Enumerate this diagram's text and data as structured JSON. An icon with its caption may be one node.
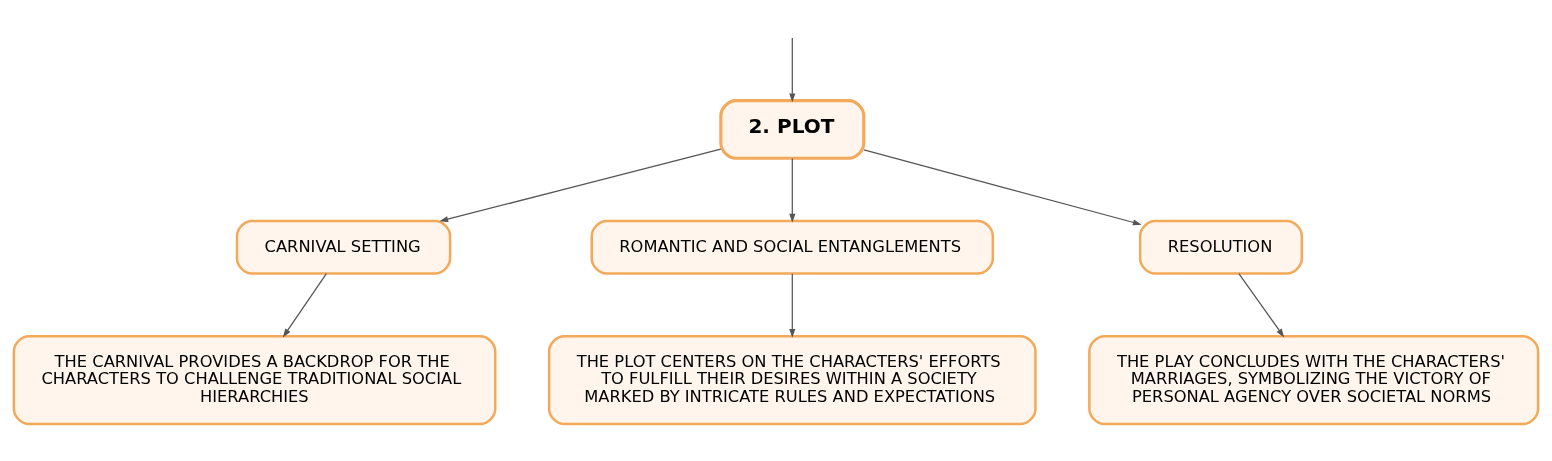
{
  "diagram": {
    "nodes": [
      {
        "text": [
          "2. PLOT"
        ]
      },
      {
        "text": [
          "CARNIVAL SETTING"
        ]
      },
      {
        "text": [
          "ROMANTIC AND SOCIAL ENTANGLEMENTS"
        ]
      },
      {
        "text": [
          "RESOLUTION"
        ]
      },
      {
        "text": [
          "THE CARNIVAL PROVIDES A BACKDROP FOR THE CHARACTERS TO CHALLENGE TRADITIONAL SOCIAL HIERARCHIES"
        ]
      },
      {
        "text": [
          "THE PLOT CENTERS ON THE CHARACTERS' EFFORTS TO FULFILL THEIR DESIRES WITHIN A SOCIETY MARKED BY INTRICATE RULES AND EXPECTATIONS"
        ]
      },
      {
        "text": [
          "THE PLAY CONCLUDES WITH THE CHARACTERS' MARRIAGES, SYMBOLIZING THE VICTORY OF PERSONAL AGENCY OVER SOCIETAL NORMS"
        ]
      }
    ],
    "edges": [
      {
        "from": null,
        "to": 0,
        "arrow": "to"
      },
      {
        "from": 0,
        "to": 1,
        "arrow": "to"
      },
      {
        "from": 0,
        "to": 2,
        "arrow": "to"
      },
      {
        "from": 0,
        "to": 3,
        "arrow": "to"
      },
      {
        "from": 1,
        "to": 4,
        "arrow": "to"
      },
      {
        "from": 2,
        "to": 5,
        "arrow": "to"
      },
      {
        "from": 3,
        "to": 6,
        "arrow": "to"
      }
    ]
  }
}
